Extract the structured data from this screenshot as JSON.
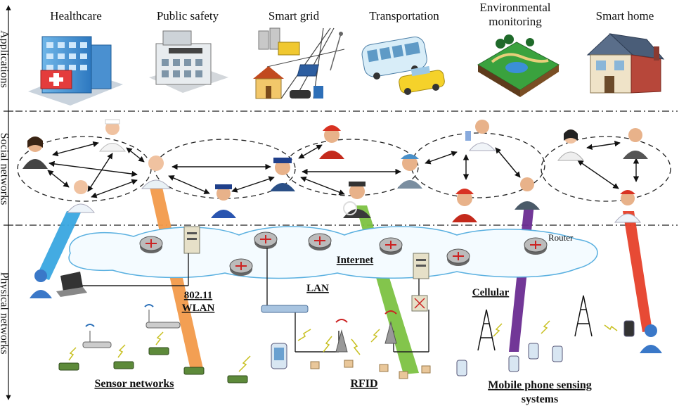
{
  "layers": {
    "applications": "Applications",
    "social": "Social networks",
    "physical": "Physical networks"
  },
  "apps": {
    "healthcare": "Healthcare",
    "public_safety": "Public safety",
    "smart_grid": "Smart grid",
    "transportation": "Transportation",
    "env_line1": "Environmental",
    "env_line2": "monitoring",
    "smart_home": "Smart home"
  },
  "labels": {
    "router": "Router",
    "internet": "Internet",
    "wlan_line1": "802.11",
    "wlan_line2": "WLAN",
    "lan": "LAN",
    "cellular": "Cellular",
    "sensor_networks": "Sensor networks",
    "rfid": "RFID",
    "mobile_line1": "Mobile phone sensing",
    "mobile_line2": "systems"
  },
  "colors": {
    "healthcare_beam": "#39a7e0",
    "wlan_beam": "#f29a4a",
    "rfid_beam": "#7cc242",
    "cellular_beam": "#6a2c91",
    "smarthome_beam": "#e6402a"
  }
}
